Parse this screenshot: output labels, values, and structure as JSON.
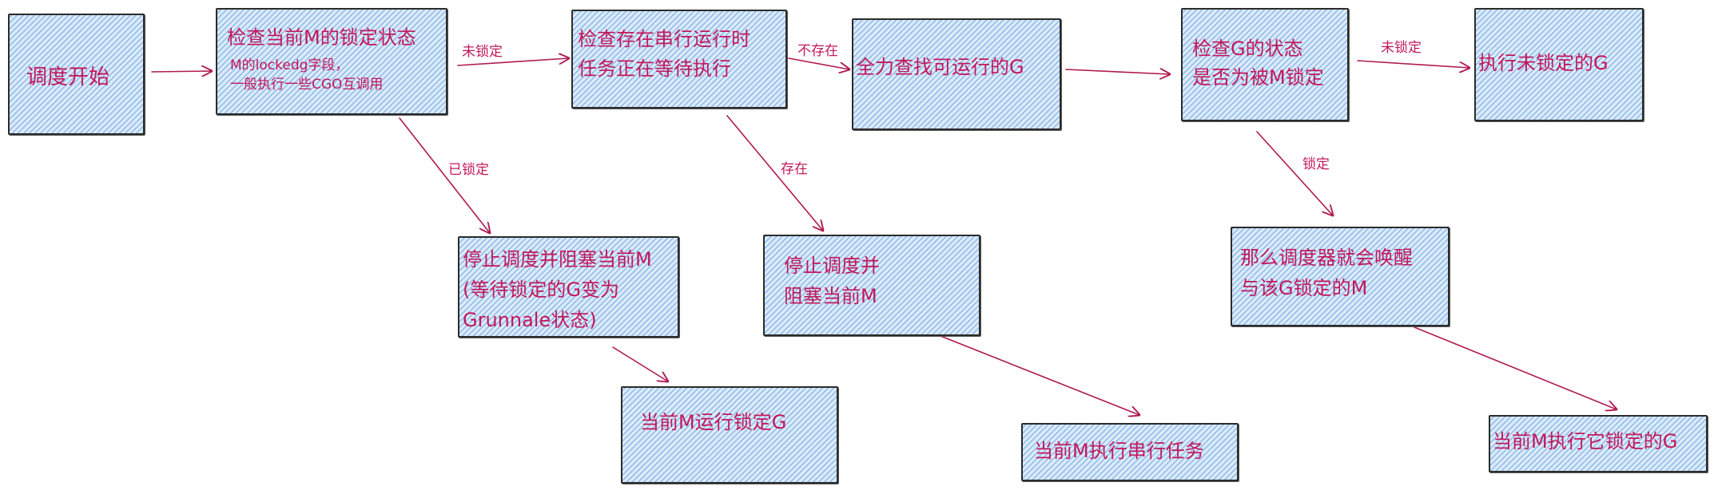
{
  "nodes": {
    "start": {
      "label": "调度开始"
    },
    "check_lock": {
      "label": "检查当前M的锁定状态",
      "note1": "M的lockedg字段，",
      "note2": "一般执行一些CGO互调用"
    },
    "check_serial": {
      "line1": "检查存在串行运行时",
      "line2": "任务正在等待执行"
    },
    "find_g": {
      "label": "全力查找可运行的G"
    },
    "check_g": {
      "line1": "检查G的状态",
      "line2": "是否为被M锁定"
    },
    "run_unlocked": {
      "label": "执行未锁定的G"
    },
    "stop_block_wait": {
      "line1": "停止调度并阻塞当前M",
      "line2": "(等待锁定的G变为",
      "line3": "Grunnale状态)"
    },
    "stop_block": {
      "line1": "停止调度并",
      "line2": "阻塞当前M"
    },
    "wake_m": {
      "line1": "那么调度器就会唤醒",
      "line2": "与该G锁定的M"
    },
    "run_locked_g": {
      "label": "当前M运行锁定G"
    },
    "run_serial": {
      "label": "当前M执行串行任务"
    },
    "run_its_locked": {
      "label": "当前M执行它锁定的G"
    }
  },
  "edges": {
    "e_unlocked": "未锁定",
    "e_locked": "已锁定",
    "e_not_exist": "不存在",
    "e_exist": "存在",
    "e_g_unlocked": "未锁定",
    "e_g_locked": "锁定"
  },
  "colors": {
    "text": "#c2185b",
    "arrow": "#b0194f",
    "fill": "#4a90e2",
    "border": "#2b2b2b"
  }
}
